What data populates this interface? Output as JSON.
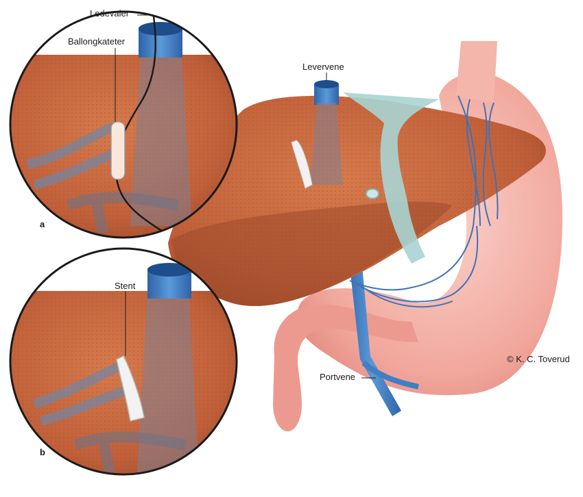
{
  "labels": {
    "guidewire": "Ledevaier",
    "balloon_catheter": "Ballongkateter",
    "hepatic_vein": "Levervene",
    "stent": "Stent",
    "portal_vein": "Portvene",
    "copyright": "© K. C. Toverud"
  },
  "panels": {
    "a": "a",
    "b": "b"
  },
  "colors": {
    "liver": "#c9683e",
    "liver_dark": "#a9502c",
    "stomach": "#f2aaa0",
    "intestine": "#eb8f86",
    "vein_blue": "#3f7fc4",
    "ligament": "#a9d4d2",
    "vessel_gray": "#7f7f92"
  }
}
